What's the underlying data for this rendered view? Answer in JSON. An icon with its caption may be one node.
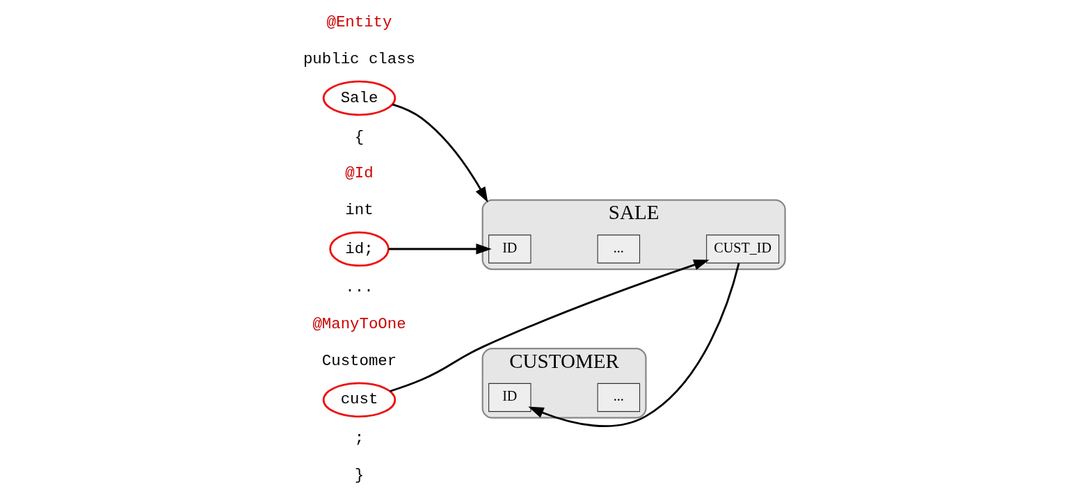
{
  "diagram": {
    "nodes": [
      {
        "text": [
          "Sale"
        ]
      },
      {
        "text": [
          "id;"
        ]
      },
      {
        "text": [
          "cust"
        ]
      },
      {
        "text": [
          "SALE"
        ]
      },
      {
        "text": [
          "ID"
        ],
        "in": 3
      },
      {
        "text": [
          "..."
        ],
        "in": 3
      },
      {
        "text": [
          "CUST_ID"
        ],
        "in": 3
      },
      {
        "text": [
          "CUSTOMER"
        ]
      },
      {
        "text": [
          "ID"
        ],
        "in": 7
      },
      {
        "text": [
          "..."
        ],
        "in": 7
      }
    ],
    "edges": [
      {
        "from": 0,
        "to": 3,
        "arrow": "to"
      },
      {
        "from": 1,
        "to": 4,
        "arrow": "to"
      },
      {
        "from": 2,
        "to": 6,
        "arrow": "to"
      },
      {
        "from": 6,
        "to": 8,
        "arrow": "to"
      }
    ],
    "labels": [
      "@Entity",
      "public class",
      "{",
      "@Id",
      "int",
      "...",
      "@ManyToOne",
      "Customer",
      ";",
      "}"
    ]
  }
}
